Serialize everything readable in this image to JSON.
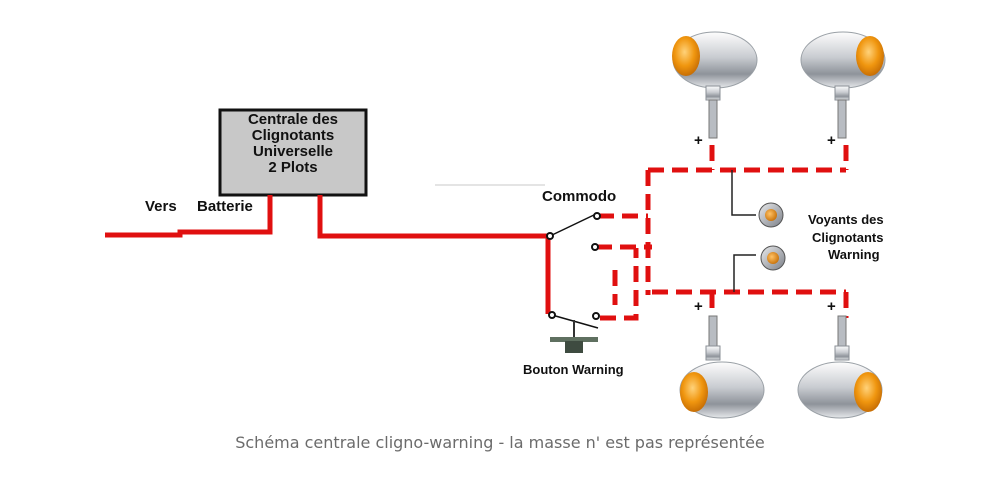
{
  "central_unit": {
    "lines": [
      "Centrale des",
      "Clignotants",
      "Universelle",
      "2 Plots"
    ]
  },
  "labels": {
    "vers": "Vers",
    "batterie": "Batterie",
    "commodo": "Commodo",
    "bouton_warning": "Bouton Warning",
    "voyants": [
      "Voyants des",
      "Clignotants",
      "Warning"
    ],
    "plus": "+"
  },
  "caption": "Schéma centrale cligno-warning - la masse n' est pas représentée",
  "colors": {
    "wire": "#e01010",
    "box_fill": "#c8c8c8",
    "lamp_lens": "#e8900c",
    "caption": "#6b6b6b"
  },
  "icons": {
    "turn_signal": "bullet-turn-signal-icon",
    "indicator_lamp": "pilot-lamp-icon",
    "push_button": "push-button-icon"
  }
}
